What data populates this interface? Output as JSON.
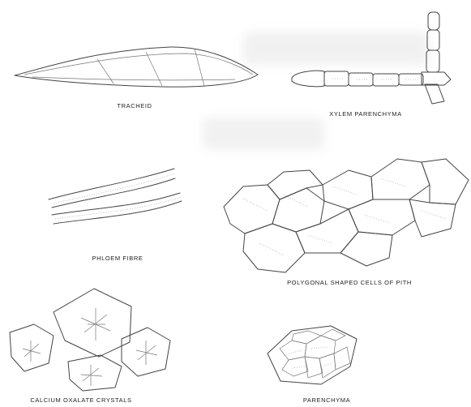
{
  "figures": [
    {
      "id": "tracheid",
      "label": "TRACHEID"
    },
    {
      "id": "xylem-parenchyma",
      "label": "XYLEM PARENCHYMA"
    },
    {
      "id": "phloem-fibre",
      "label": "PHLOEM FIBRE"
    },
    {
      "id": "pith-cells",
      "label": "POLYGONAL SHAPED CELLS OF PITH"
    },
    {
      "id": "calcium-oxalate",
      "label": "CALCIUM OXALATE CRYSTALS"
    },
    {
      "id": "parenchyma",
      "label": "PARENCHYMA"
    }
  ]
}
